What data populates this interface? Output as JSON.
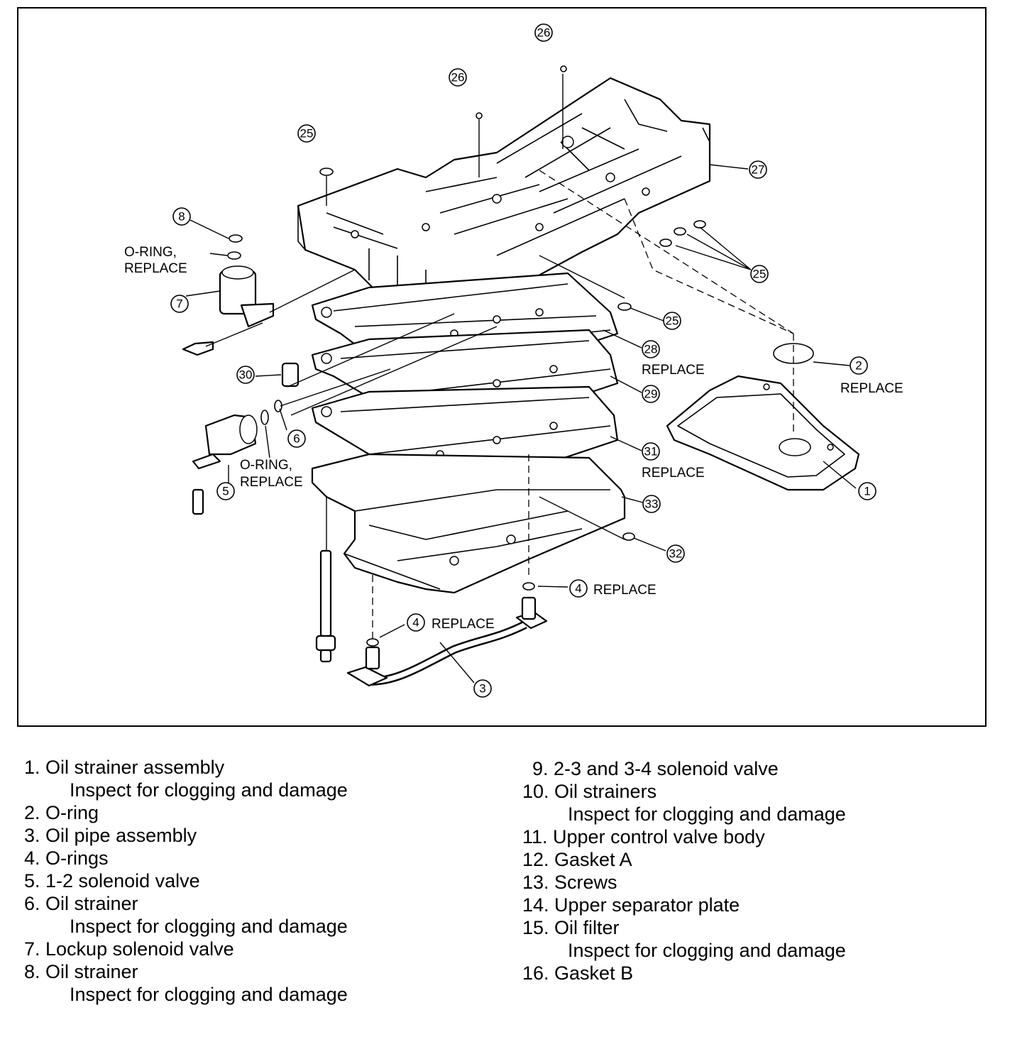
{
  "callouts": {
    "c1": "1",
    "c2": "2",
    "c3": "3",
    "c4a": "4",
    "c4b": "4",
    "c5": "5",
    "c6": "6",
    "c7": "7",
    "c8": "8",
    "c25a": "25",
    "c25b": "25",
    "c25c": "25",
    "c26a": "26",
    "c26b": "26",
    "c27": "27",
    "c28": "28",
    "c29": "29",
    "c30": "30",
    "c31": "31",
    "c32": "32",
    "c33": "33"
  },
  "labels": {
    "oring_top_1": "O-RING,",
    "oring_top_2": "REPLACE",
    "oring_mid_1": "O-RING,",
    "oring_mid_2": "REPLACE",
    "replace_28": "REPLACE",
    "replace_2": "REPLACE",
    "replace_31": "REPLACE",
    "replace_4a": "REPLACE",
    "replace_4b": "REPLACE"
  },
  "legend_left": [
    {
      "text": "1. Oil strainer assembly"
    },
    {
      "text": "Inspect for clogging and damage",
      "sub": true
    },
    {
      "text": "2. O-ring"
    },
    {
      "text": "3. Oil pipe assembly"
    },
    {
      "text": "4. O-rings"
    },
    {
      "text": "5. 1-2 solenoid valve"
    },
    {
      "text": "6. Oil strainer"
    },
    {
      "text": "Inspect for clogging and damage",
      "sub": true
    },
    {
      "text": "7. Lockup solenoid valve"
    },
    {
      "text": "8. Oil strainer"
    },
    {
      "text": "Inspect for clogging and damage",
      "sub": true
    }
  ],
  "legend_right": [
    {
      "text": "9. 2-3 and 3-4 solenoid valve",
      "indent": true
    },
    {
      "text": "10. Oil strainers"
    },
    {
      "text": "Inspect for clogging and damage",
      "sub": true
    },
    {
      "text": "11. Upper control valve body"
    },
    {
      "text": "12. Gasket A"
    },
    {
      "text": "13. Screws"
    },
    {
      "text": "14. Upper separator plate"
    },
    {
      "text": "15. Oil filter"
    },
    {
      "text": "Inspect for clogging and damage",
      "sub": true
    },
    {
      "text": "16. Gasket B"
    }
  ]
}
